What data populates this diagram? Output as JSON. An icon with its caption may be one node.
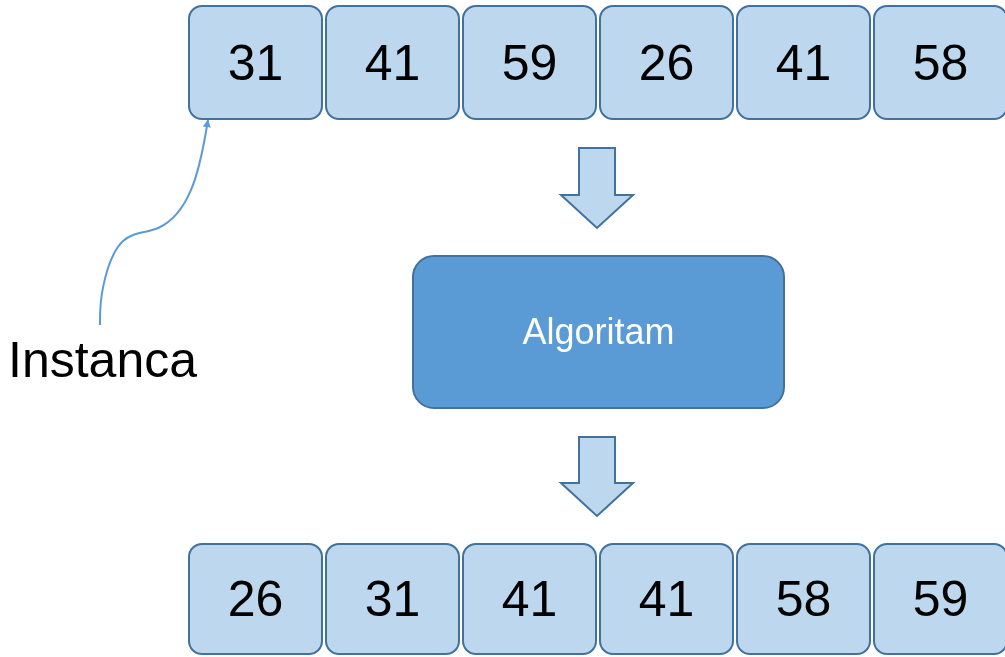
{
  "diagram": {
    "nodes": [
      {
        "text": [
          "31"
        ]
      },
      {
        "text": [
          "41"
        ]
      },
      {
        "text": [
          "59"
        ]
      },
      {
        "text": [
          "26"
        ]
      },
      {
        "text": [
          "41"
        ]
      },
      {
        "text": [
          "58"
        ]
      },
      {
        "text": [
          "Algoritam"
        ]
      },
      {
        "text": [
          "26"
        ]
      },
      {
        "text": [
          "31"
        ]
      },
      {
        "text": [
          "41"
        ]
      },
      {
        "text": [
          "41"
        ]
      },
      {
        "text": [
          "58"
        ]
      },
      {
        "text": [
          "59"
        ]
      },
      {
        "text": [
          "Instanca"
        ]
      }
    ],
    "edges": [
      {
        "from": 3,
        "to": 6,
        "arrow": "to",
        "style": "thick"
      },
      {
        "from": 6,
        "to": 9,
        "arrow": "to",
        "style": "thick"
      },
      {
        "from": 13,
        "to": 0,
        "arrow": "to",
        "color": "#5b9bd5"
      }
    ]
  }
}
